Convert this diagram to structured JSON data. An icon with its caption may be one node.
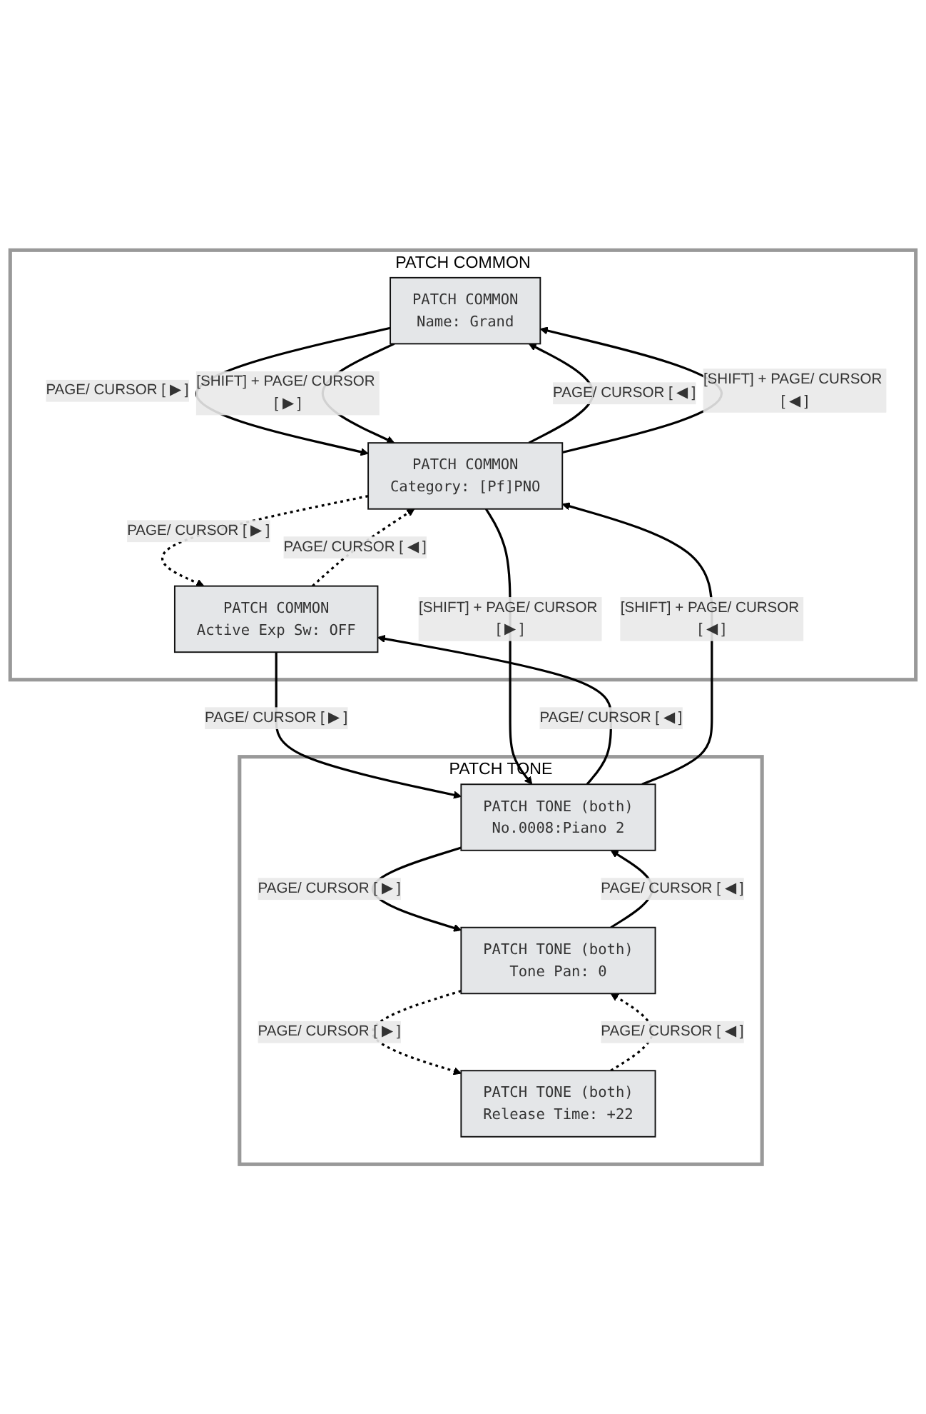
{
  "diagram": {
    "nodes": [
      {
        "text": [
          "PATCH COMMON"
        ]
      },
      {
        "text": [
          "PATCH COMMON",
          "Name: Grand"
        ],
        "in": 0
      },
      {
        "text": [
          "PATCH COMMON",
          "Category: [Pf]PNO"
        ],
        "in": 0
      },
      {
        "text": [
          "PATCH COMMON",
          "Active Exp Sw: OFF"
        ],
        "in": 0
      },
      {
        "text": [
          "PATCH TONE"
        ]
      },
      {
        "text": [
          "PATCH TONE (both)",
          "No.0008:Piano 2"
        ],
        "in": 4
      },
      {
        "text": [
          "PATCH TONE (both)",
          "Tone Pan: 0"
        ],
        "in": 4
      },
      {
        "text": [
          "PATCH TONE (both)",
          "Release Time: +22"
        ],
        "in": 4
      }
    ],
    "edges": [
      {
        "from": 1,
        "to": 2,
        "arrow": "to",
        "label": "PAGE/ CURSOR [ ▶ ]"
      },
      {
        "from": 2,
        "to": 1,
        "arrow": "to",
        "label": "PAGE/ CURSOR [ ◀ ]"
      },
      {
        "from": 2,
        "to": 3,
        "arrow": "to",
        "label": "PAGE/ CURSOR [ ▶ ]",
        "style": "dashed"
      },
      {
        "from": 3,
        "to": 2,
        "arrow": "to",
        "label": "PAGE/ CURSOR [ ◀ ]",
        "style": "dashed"
      },
      {
        "from": 3,
        "to": 5,
        "arrow": "to",
        "label": "PAGE/ CURSOR [ ▶ ]"
      },
      {
        "from": 5,
        "to": 3,
        "arrow": "to",
        "label": "PAGE/ CURSOR [ ◀ ]"
      },
      {
        "from": 5,
        "to": 6,
        "arrow": "to",
        "label": "PAGE/ CURSOR [ ▶ ]"
      },
      {
        "from": 6,
        "to": 5,
        "arrow": "to",
        "label": "PAGE/ CURSOR [ ◀ ]"
      },
      {
        "from": 6,
        "to": 7,
        "arrow": "to",
        "label": "PAGE/ CURSOR [ ▶ ]",
        "style": "dashed"
      },
      {
        "from": 7,
        "to": 6,
        "arrow": "to",
        "label": "PAGE/ CURSOR [ ◀ ]",
        "style": "dashed"
      },
      {
        "from": 1,
        "to": 2,
        "arrow": "to",
        "label": "[SHIFT] + PAGE/ CURSOR [ ▶ ]"
      },
      {
        "from": 2,
        "to": 5,
        "arrow": "to",
        "label": "[SHIFT] + PAGE/ CURSOR [ ▶ ]"
      },
      {
        "from": 2,
        "to": 1,
        "arrow": "to",
        "label": "[SHIFT] + PAGE/ CURSOR [ ◀ ]"
      },
      {
        "from": 5,
        "to": 2,
        "arrow": "to",
        "label": "[SHIFT] + PAGE/ CURSOR [ ◀ ]"
      }
    ]
  }
}
